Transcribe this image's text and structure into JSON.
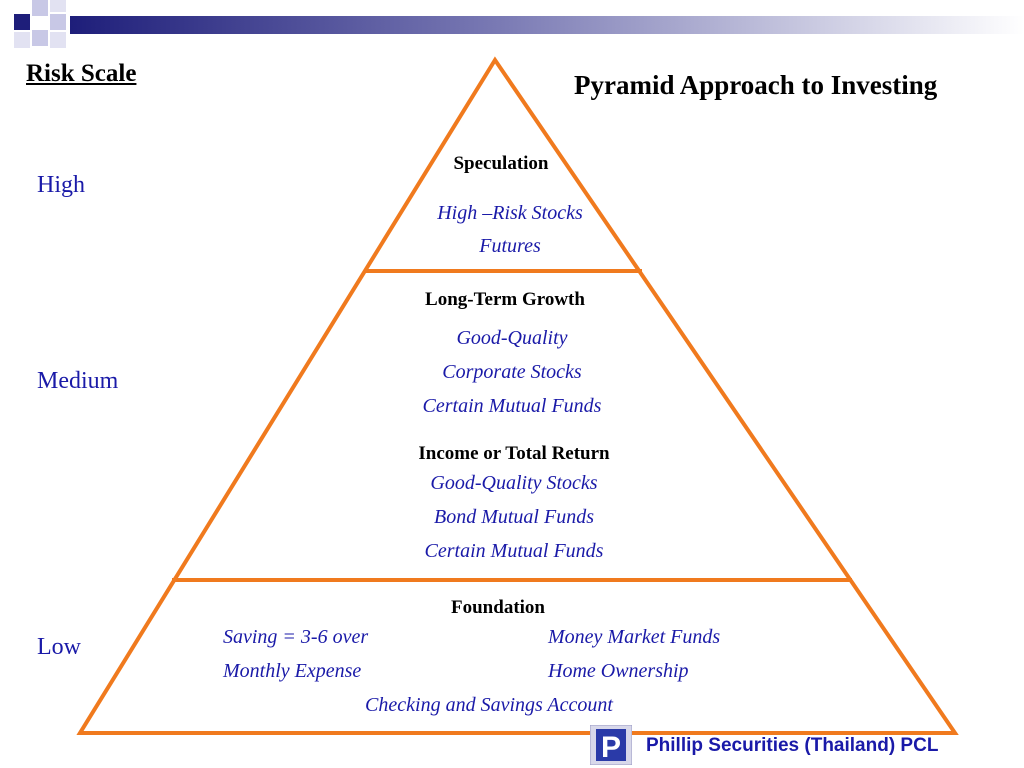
{
  "risk_scale": {
    "title": "Risk Scale",
    "levels": [
      "High",
      "Medium",
      "Low"
    ]
  },
  "title": "Pyramid Approach to Investing",
  "tiers": [
    {
      "heading": "Speculation",
      "items": [
        "High –Risk Stocks",
        "Futures"
      ]
    },
    {
      "heading": "Long-Term Growth",
      "items": [
        "Good-Quality",
        "Corporate Stocks",
        "Certain Mutual Funds"
      ]
    },
    {
      "heading": "Income or Total Return",
      "items": [
        "Good-Quality Stocks",
        "Bond Mutual Funds",
        "Certain Mutual Funds"
      ]
    },
    {
      "heading": "Foundation",
      "items": [
        "Saving = 3-6 over",
        "Monthly Expense",
        "Money Market Funds",
        "Home Ownership",
        "Checking and Savings Account"
      ]
    }
  ],
  "footer": {
    "logo_letter": "P",
    "company": "Phillip Securities (Thailand) PCL"
  },
  "colors": {
    "pyramid_line": "#f07a1e",
    "text_blue": "#1a1aa8",
    "banner_dark": "#1e1e7a"
  }
}
